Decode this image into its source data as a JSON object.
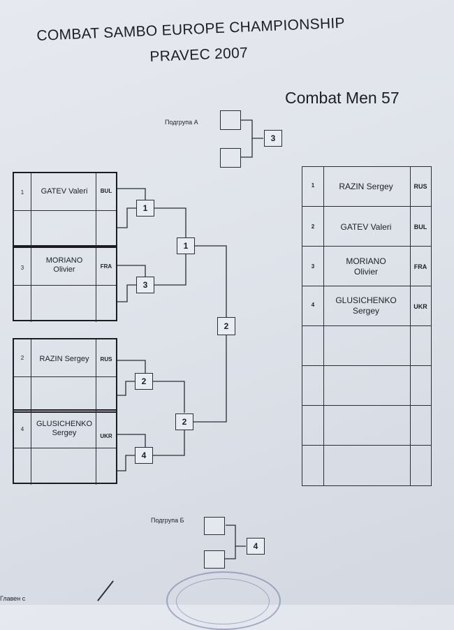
{
  "document": {
    "title_line1": "COMBAT SAMBO EUROPE CHAMPIONSHIP",
    "title_line2": "PRAVEC 2007",
    "category": "Combat Men 57"
  },
  "subgroup_a": {
    "label": "Подгрупа А",
    "bout_number": "3"
  },
  "subgroup_b": {
    "label": "Подгрупа Б",
    "bout_number": "4"
  },
  "athletes": [
    {
      "seed": "1",
      "name": "GATEV Valeri",
      "country": "BUL"
    },
    {
      "seed": "3",
      "name": "MORIANO\nOlivier",
      "country": "FRA"
    },
    {
      "seed": "2",
      "name": "RAZIN Sergey",
      "country": "RUS"
    },
    {
      "seed": "4",
      "name": "GLUSICHENKO\nSergey",
      "country": "UKR"
    }
  ],
  "bracket": {
    "round1": [
      "1",
      "3",
      "2",
      "4"
    ],
    "semifinals": [
      "1",
      "2"
    ],
    "final": "2"
  },
  "results": [
    {
      "place": "1",
      "name": "RAZIN Sergey",
      "country": "RUS"
    },
    {
      "place": "2",
      "name": "GATEV Valeri",
      "country": "BUL"
    },
    {
      "place": "3",
      "name": "MORIANO\nOlivier",
      "country": "FRA"
    },
    {
      "place": "4",
      "name": "GLUSICHENKO\nSergey",
      "country": "UKR"
    }
  ],
  "footer": {
    "text": "Главен с"
  }
}
